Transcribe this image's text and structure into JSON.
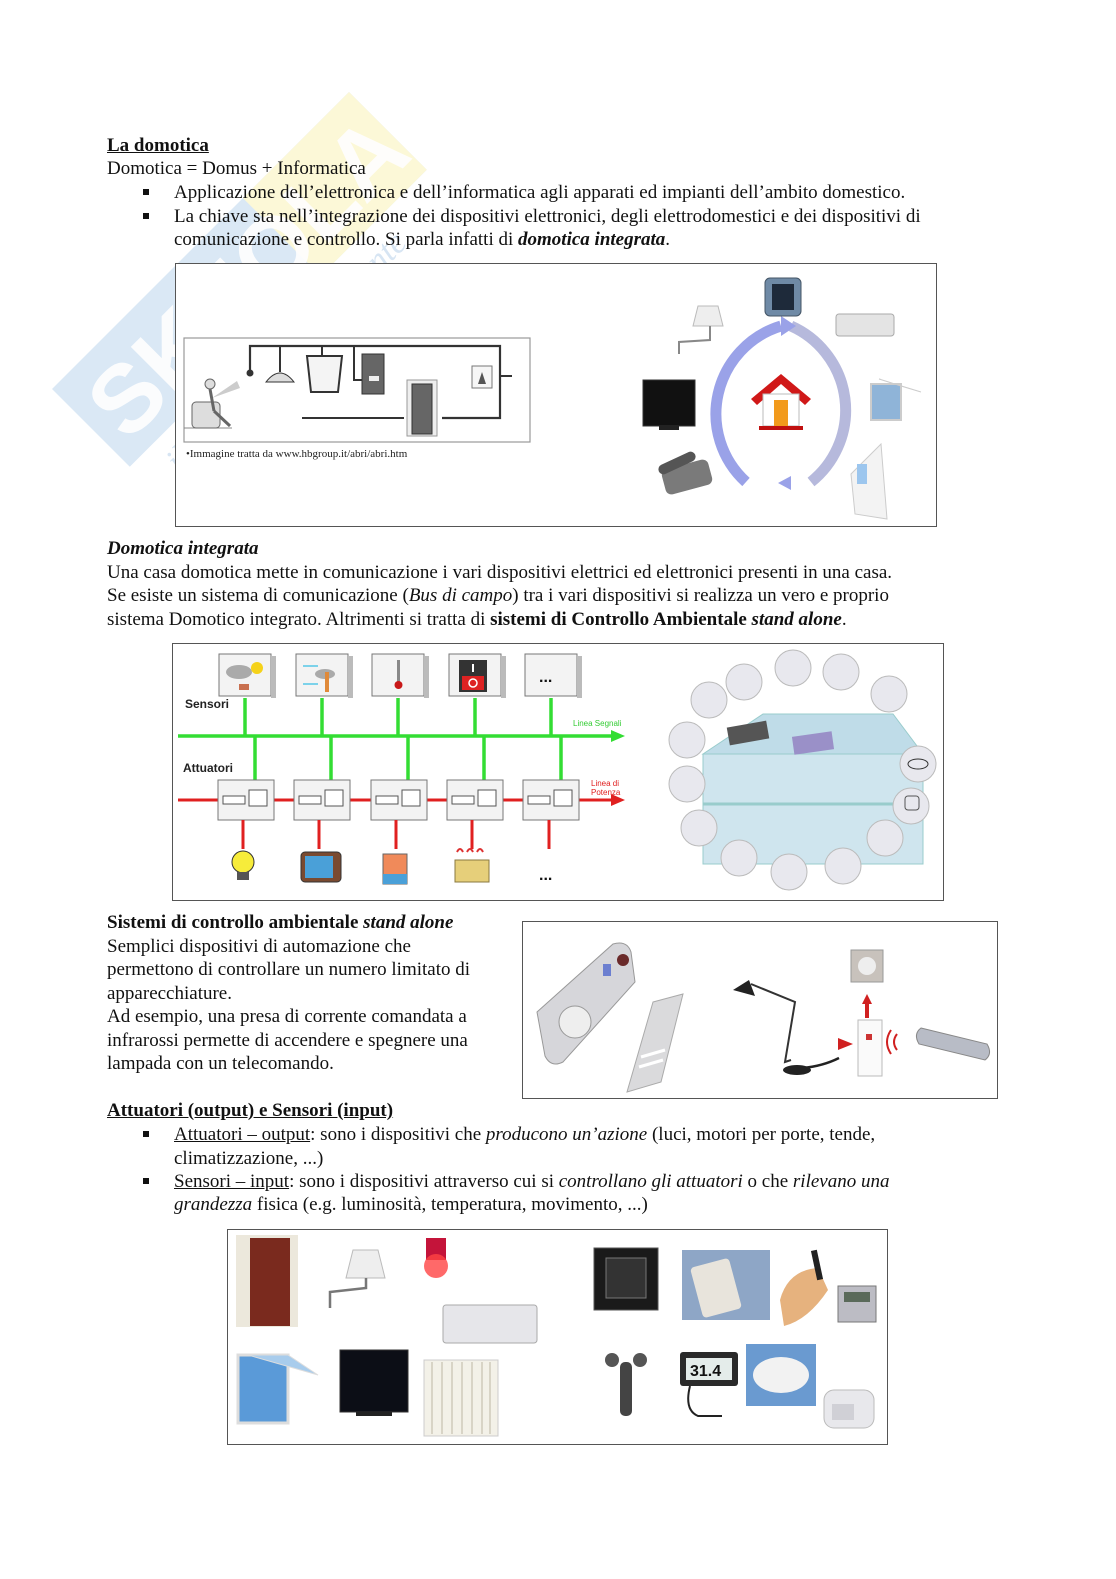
{
  "watermark": {
    "brand": "SKUOLA.net",
    "tagline": "il portale dello studente"
  },
  "section1": {
    "title": "La domotica",
    "subtitle": "Domotica = Domus + Informatica",
    "bullets": [
      {
        "text": "Applicazione dell’elettronica e dell’informatica agli apparati ed impianti dell’ambito domestico."
      },
      {
        "line1": "La chiave sta nell’integrazione dei dispositivi elettronici, degli elettrodomestici e dei dispositivi di",
        "line2_prefix": "comunicazione e controllo. Si parla infatti di ",
        "line2_emph": "domotica integrata",
        "line2_suffix": "."
      }
    ],
    "figure": {
      "caption": "•Immagine tratta da www.hbgroup.it/abri/abri.htm",
      "left_diagram": "home-automation-wiring-diagram",
      "right_diagram": "integrated-home-devices-cycle",
      "devices": [
        "keypad",
        "air-conditioner",
        "window",
        "door",
        "telephone",
        "television",
        "wall-lamp"
      ]
    }
  },
  "section2": {
    "title": "Domotica integrata",
    "lines": [
      {
        "text": "Una casa domotica mette in comunicazione i vari dispositivi elettrici ed elettronici presenti in una casa."
      },
      {
        "prefix": "Se esiste un sistema di comunicazione (",
        "emph": "Bus di campo",
        "suffix": ") tra i vari dispositivi si realizza un vero e proprio"
      },
      {
        "prefix": "sistema Domotico integrato. Altrimenti si tratta di ",
        "bold": "sistemi di Controllo Ambientale ",
        "bold_italic": "stand alone",
        "suffix": "."
      }
    ],
    "figure": {
      "sensors_label": "Sensori",
      "actuators_label": "Attuatori",
      "signal_line_label": "Linea Segnali",
      "power_line_label_1": "Linea di",
      "power_line_label_2": "Potenza",
      "ellipsis": "...",
      "sensors": [
        "weather-sensor",
        "wind-sensor",
        "thermometer",
        "switch",
        "more"
      ],
      "actuated_devices": [
        "light-bulb",
        "television",
        "heater",
        "radiator",
        "more"
      ],
      "colors": {
        "signal": "#33dd33",
        "power": "#e02020"
      }
    }
  },
  "section3": {
    "title_bold": "Sistemi di controllo ambientale ",
    "title_italic": "stand alone",
    "lines": [
      "Semplici dispositivi di automazione che",
      "permettono di controllare un numero limitato di",
      "apparecchiature.",
      "Ad esempio, una presa di corrente comandata a",
      "infrarossi permette di accendere e spegnere una",
      "lampada con un telecomando."
    ],
    "figure": {
      "items": [
        "remote-socket",
        "remote-control",
        "desk-lamp",
        "wall-socket",
        "ir-adapter",
        "tv-remote"
      ]
    }
  },
  "section4": {
    "title": "Attuatori (output) e Sensori (input)",
    "bullets": [
      {
        "label": "Attuatori – output",
        "pre": ": sono i dispositivi che ",
        "emph": "producono un’azione",
        "post": " (luci, motori per porte, tende,",
        "line2": "climatizzazione, ...)"
      },
      {
        "label": "Sensori – input",
        "pre": ": sono i dispositivi attraverso cui si ",
        "emph": "controllano gli attuatori",
        "mid": " o che ",
        "emph2": "rilevano una",
        "line2_emph": "grandezza",
        "line2": " fisica (e.g. luminosità, temperatura, movimento, ...)"
      }
    ],
    "figure": {
      "actuators": [
        "armored-door",
        "wall-lamp",
        "siren",
        "air-conditioner",
        "motorized-window",
        "television",
        "radiator"
      ],
      "sensors": [
        "wall-switch",
        "handheld-remote",
        "card-reader",
        "control-panel",
        "anemometer",
        "digital-thermometer",
        "ceiling-detector",
        "motion-sensor"
      ],
      "thermometer_reading": "31.4"
    }
  }
}
